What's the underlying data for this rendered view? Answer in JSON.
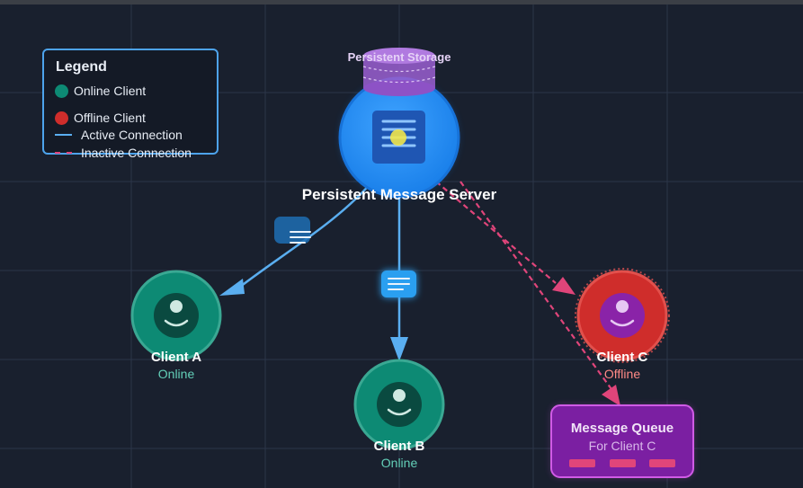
{
  "legend": {
    "title": "Legend",
    "online_label": "Online Client",
    "offline_label": "Offline Client",
    "active_label": "Active Connection",
    "inactive_label": "Inactive Connection"
  },
  "storage": {
    "label": "Persistent Storage"
  },
  "server": {
    "label": "Persistent Message Server"
  },
  "clients": [
    {
      "name": "Client A",
      "status": "Online"
    },
    {
      "name": "Client B",
      "status": "Online"
    },
    {
      "name": "Client C",
      "status": "Offline"
    }
  ],
  "queue": {
    "title": "Message Queue",
    "subtitle": "For Client C",
    "pending_messages": 3
  },
  "colors": {
    "online": "#0d8a74",
    "offline": "#cf2d2b",
    "active": "#5aaef0",
    "inactive": "#e0457a",
    "storage": "#9a5fd0",
    "queue": "#7b1fa2"
  }
}
